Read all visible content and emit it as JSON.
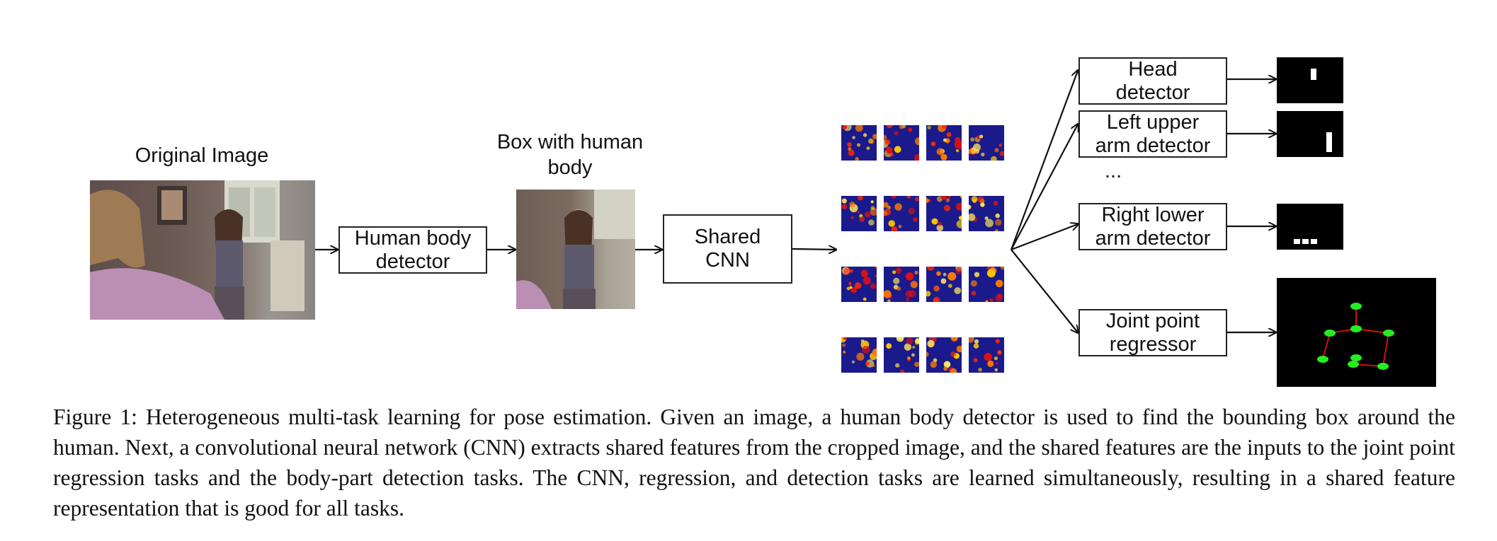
{
  "labels": {
    "original_image": "Original Image",
    "box_with_body_line1": "Box with human",
    "box_with_body_line2": "body",
    "ellipsis": "..."
  },
  "boxes": {
    "human_body_detector": [
      "Human body",
      "detector"
    ],
    "shared_cnn": [
      "Shared",
      "CNN"
    ],
    "head_detector": [
      "Head",
      "detector"
    ],
    "left_upper_arm_detector": [
      "Left upper",
      "arm detector"
    ],
    "right_lower_arm_detector": [
      "Right lower",
      "arm detector"
    ],
    "joint_point_regressor": [
      "Joint point",
      "regressor"
    ]
  },
  "caption": "Figure 1: Heterogeneous multi-task learning for pose estimation. Given an image, a human body detector is used to find the bounding box around the human. Next, a convolutional neural network (CNN) extracts shared features from the cropped image, and the shared features are the inputs to the joint point regression tasks and the body-part detection tasks. The CNN, regression, and detection tasks are learned simultaneously, resulting in a shared feature representation that is good for all tasks.",
  "colors": {
    "arrow": "#111111",
    "feature_map_bg": "#1a1a8c",
    "joint": "#22ee22",
    "skeleton": "#cc1111"
  }
}
